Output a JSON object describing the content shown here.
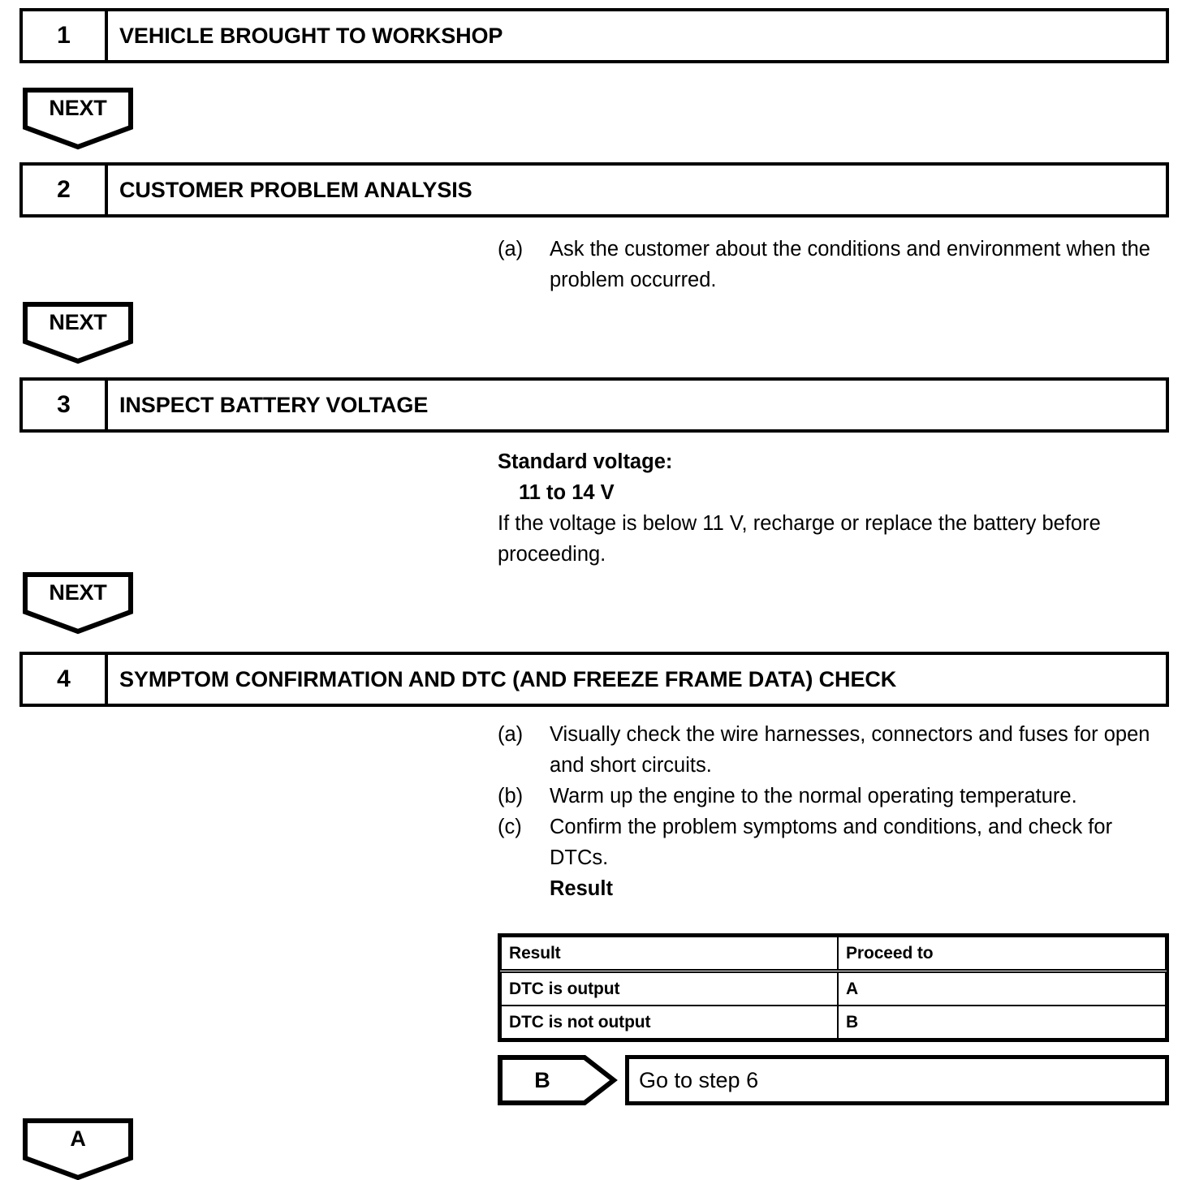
{
  "flowchart": {
    "steps": [
      {
        "number": "1",
        "title": "VEHICLE BROUGHT TO WORKSHOP"
      },
      {
        "number": "2",
        "title": "CUSTOMER PROBLEM ANALYSIS",
        "items": [
          {
            "marker": "(a)",
            "text": "Ask the customer about the conditions and environment when the problem occurred."
          }
        ]
      },
      {
        "number": "3",
        "title": "INSPECT BATTERY VOLTAGE",
        "spec_label": "Standard voltage:",
        "spec_value": "11 to 14 V",
        "note": "If the voltage is below 11 V, recharge or replace the battery before proceeding."
      },
      {
        "number": "4",
        "title": "SYMPTOM CONFIRMATION AND DTC (AND FREEZE FRAME DATA) CHECK",
        "items": [
          {
            "marker": "(a)",
            "text": "Visually check the wire harnesses, connectors and fuses for open and short circuits."
          },
          {
            "marker": "(b)",
            "text": "Warm up the engine to the normal operating temperature."
          },
          {
            "marker": "(c)",
            "text": "Confirm the problem symptoms and conditions, and check for DTCs."
          }
        ],
        "result_heading": "Result",
        "result_table": {
          "headers": [
            "Result",
            "Proceed to"
          ],
          "rows": [
            [
              "DTC is output",
              "A"
            ],
            [
              "DTC is not output",
              "B"
            ]
          ]
        },
        "branch": {
          "flag": "B",
          "action": "Go to step 6"
        }
      }
    ],
    "connectors": [
      {
        "label": "NEXT"
      },
      {
        "label": "NEXT"
      },
      {
        "label": "NEXT"
      },
      {
        "label": "A"
      }
    ]
  }
}
